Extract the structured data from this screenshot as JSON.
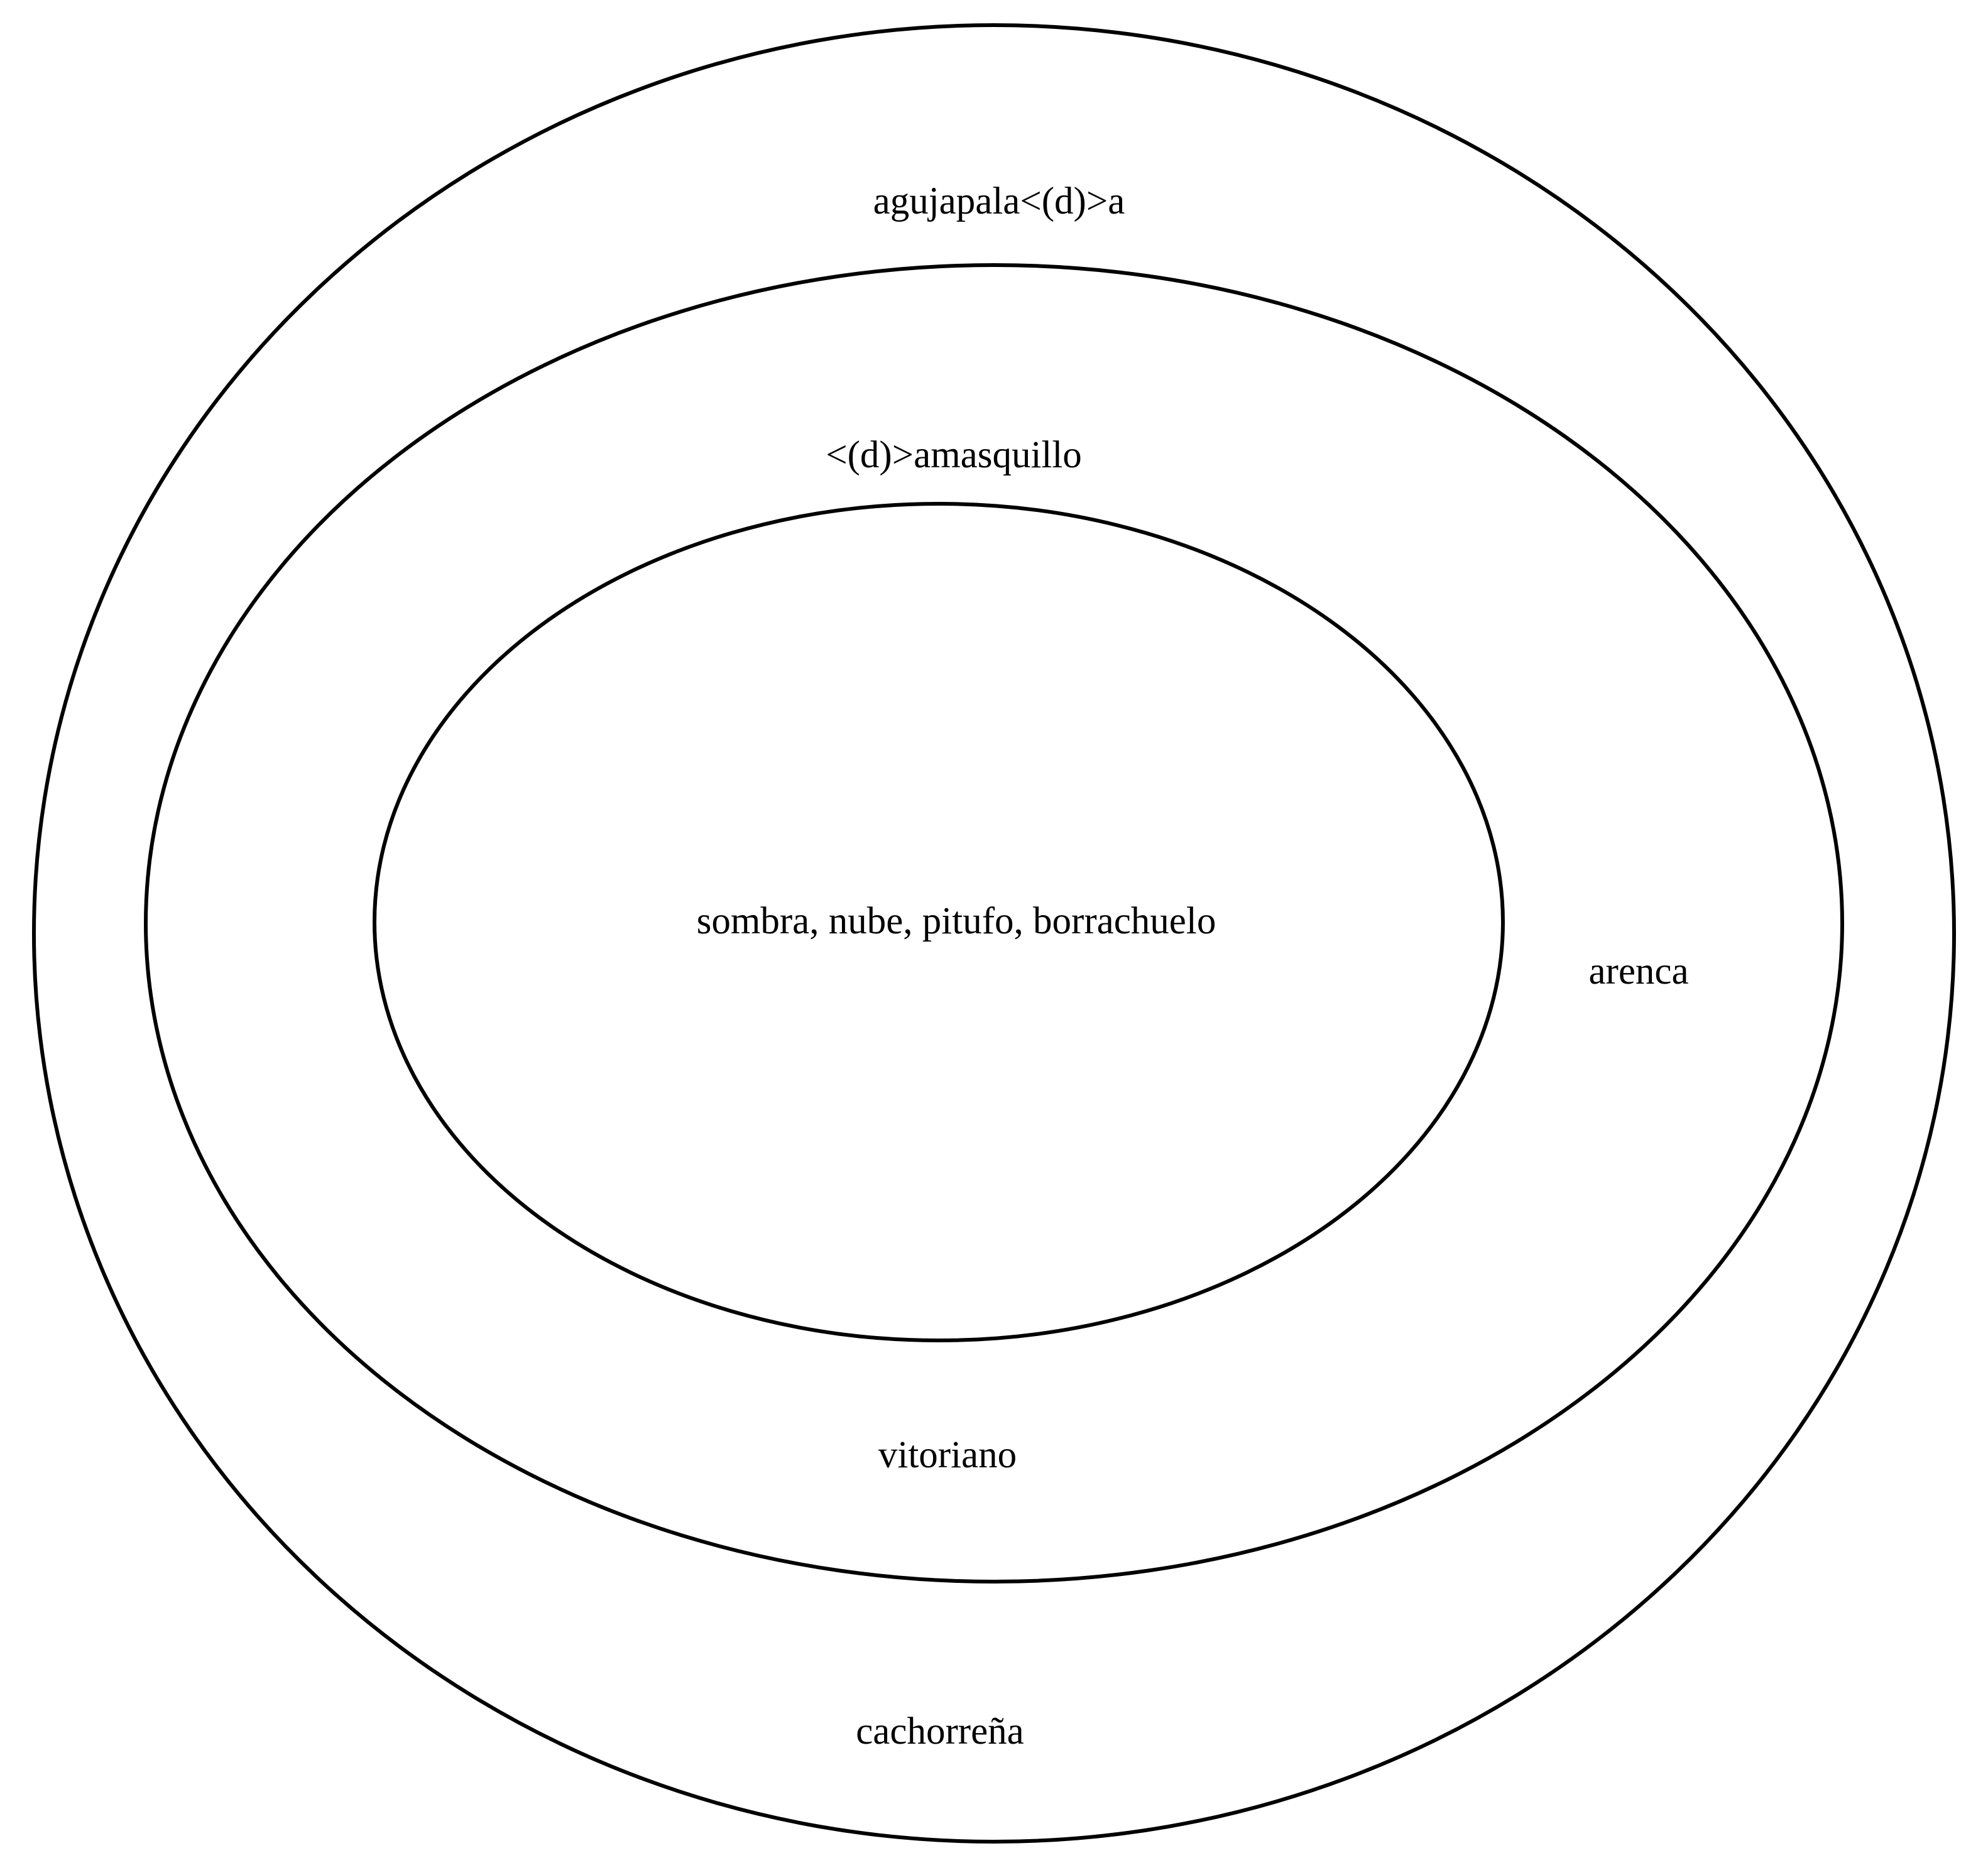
{
  "diagram": {
    "labels": {
      "outer_top": "agujapala<(d)>a",
      "middle_top": "<(d)>amasquillo",
      "inner_center": "sombra, nube, pitufo, borrachuelo",
      "middle_right": "arenca",
      "middle_bottom": "vitoriano",
      "outer_bottom": "cachorreña"
    },
    "colors": {
      "stroke": "#000000",
      "background": "#ffffff"
    }
  }
}
